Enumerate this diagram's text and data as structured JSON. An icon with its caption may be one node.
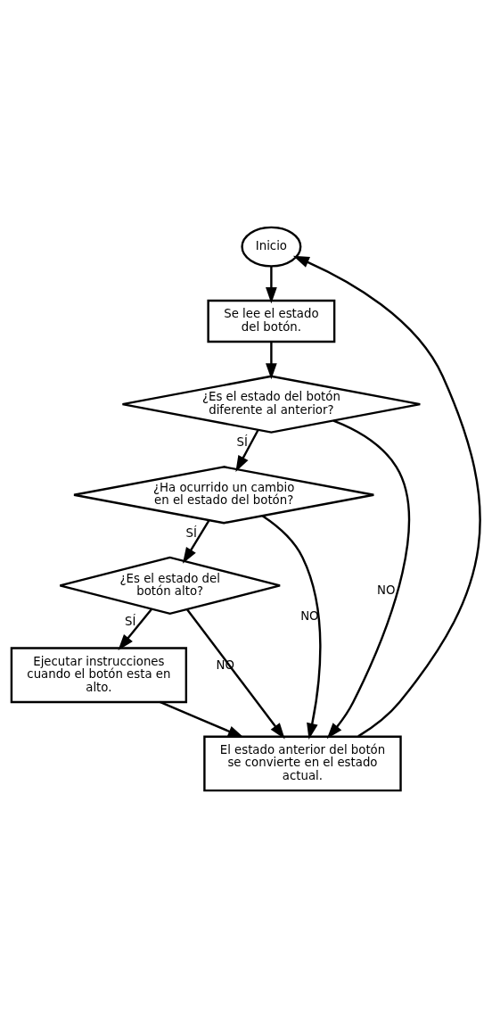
{
  "diagram": {
    "nodes": [
      {
        "text": [
          "Inicio"
        ]
      },
      {
        "text": [
          "Se lee el estado del botón."
        ]
      },
      {
        "text": [
          "¿Es el estado del botón diferente al anterior?"
        ]
      },
      {
        "text": [
          "¿Ha ocurrido un cambio en el estado del botón?"
        ]
      },
      {
        "text": [
          "¿Es el estado del botón alto?"
        ]
      },
      {
        "text": [
          "Ejecutar instrucciones cuando el botón esta en alto."
        ]
      },
      {
        "text": [
          "El estado anterior del botón se convierte en el estado actual."
        ]
      }
    ],
    "edges": [
      {
        "from": 0,
        "to": 1,
        "arrow": "to"
      },
      {
        "from": 1,
        "to": 2,
        "arrow": "to"
      },
      {
        "from": 2,
        "to": 3,
        "arrow": "to",
        "label": "SÍ"
      },
      {
        "from": 3,
        "to": 4,
        "arrow": "to",
        "label": "SÍ"
      },
      {
        "from": 4,
        "to": 5,
        "arrow": "to",
        "label": "SÍ"
      },
      {
        "from": 5,
        "to": 6,
        "arrow": "to"
      },
      {
        "from": 2,
        "to": 6,
        "arrow": "to",
        "label": "NO"
      },
      {
        "from": 3,
        "to": 6,
        "arrow": "to",
        "label": "NO"
      },
      {
        "from": 4,
        "to": 6,
        "arrow": "to",
        "label": "NO"
      },
      {
        "from": 6,
        "to": 0,
        "arrow": "to"
      }
    ]
  }
}
